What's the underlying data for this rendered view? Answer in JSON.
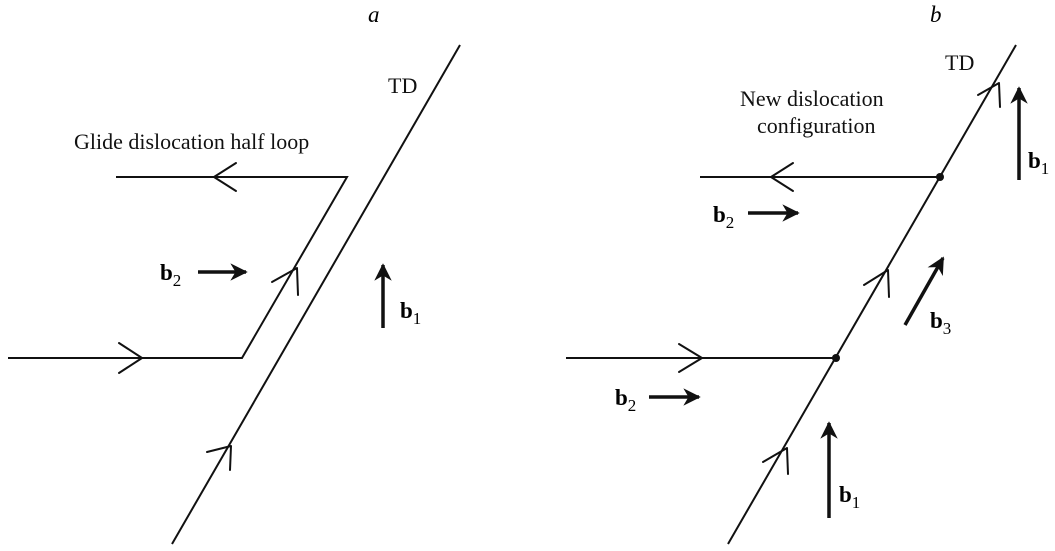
{
  "panel_a": {
    "label": "a",
    "td_label": "TD",
    "annotation": "Glide dislocation half loop",
    "b2": {
      "letter": "b",
      "sub": "2"
    },
    "b1": {
      "letter": "b",
      "sub": "1"
    }
  },
  "panel_b": {
    "label": "b",
    "td_label": "TD",
    "annotation_line1": "New dislocation",
    "annotation_line2": "configuration",
    "b1_top": {
      "letter": "b",
      "sub": "1"
    },
    "b2_top": {
      "letter": "b",
      "sub": "2"
    },
    "b3": {
      "letter": "b",
      "sub": "3"
    },
    "b2_bottom": {
      "letter": "b",
      "sub": "2"
    },
    "b1_bottom": {
      "letter": "b",
      "sub": "1"
    }
  }
}
